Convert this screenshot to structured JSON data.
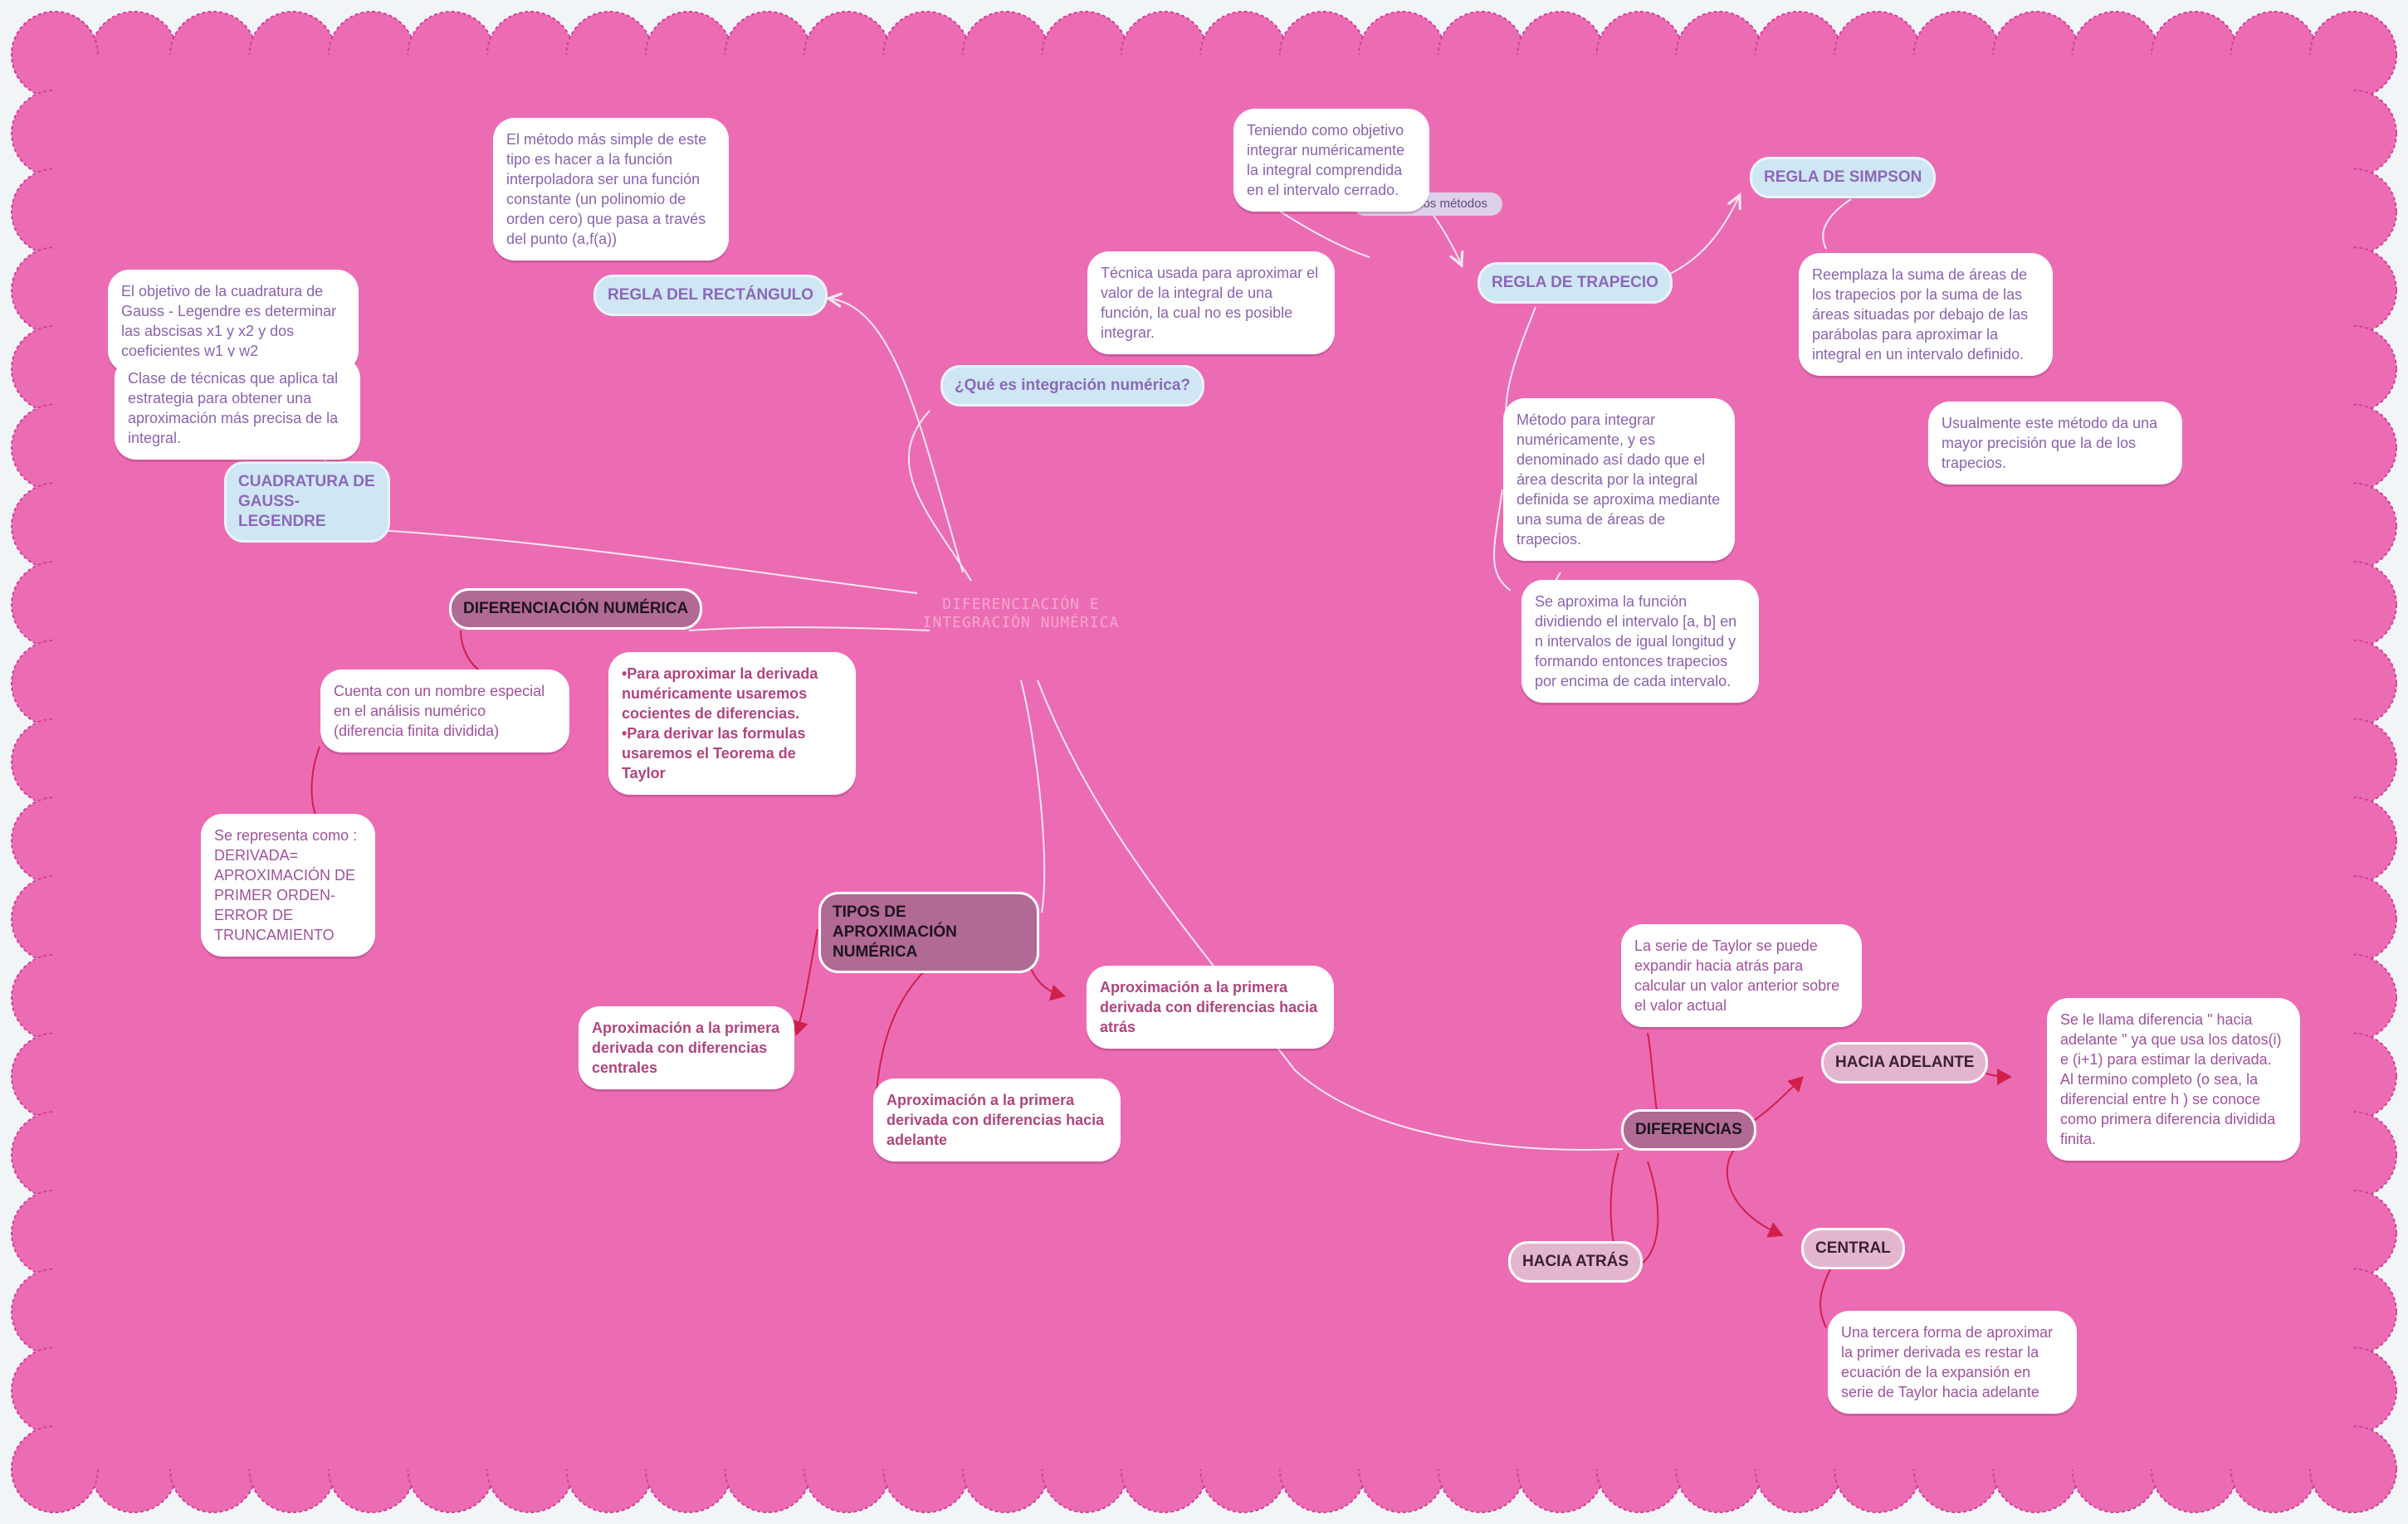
{
  "colors": {
    "background": "#f2f5f8",
    "board": "#ec6cb4",
    "board_border": "#d43f96",
    "line_white": "#f7e6f1",
    "line_red": "#d0204a",
    "text_note": "#a0529c"
  },
  "center": {
    "title": "DIFERENCIACIÓN E INTEGRACIÓN NUMÉRICA"
  },
  "tag": {
    "label": "Existen dos métodos"
  },
  "link": {
    "icon": "link-icon",
    "count": "1"
  },
  "topics": {
    "que_es": "¿Qué es integración numérica?",
    "rectangulo": "REGLA DEL RECTÁNGULO",
    "gauss": "CUADRATURA DE GAUSS-LEGENDRE",
    "trapecio": "REGLA DE TRAPECIO",
    "simpson": "REGLA DE SIMPSON",
    "diferenciacion": "DIFERENCIACIÓN NUMÉRICA",
    "tipos": "TIPOS DE APROXIMACIÓN NUMÉRICA",
    "diferencias": "DIFERENCIAS",
    "hacia_adelante": "HACIA ADELANTE",
    "hacia_atras": "HACIA ATRÁS",
    "central": "CENTRAL"
  },
  "notes": {
    "rectangulo": "El método más simple de este tipo es hacer a la función interpoladora ser una función constante (un polinomio de orden cero) que pasa a través del punto (a,f(a))",
    "gauss_1": "El objetivo de la cuadratura de Gauss - Legendre es determinar las abscisas x1 y x2 y dos coeficientes w1 y w2",
    "gauss_2": "Clase de técnicas que aplica tal estrategia para obtener una aproximación más precisa de la integral.",
    "objetivo": "Teniendo como objetivo integrar numéricamente la integral comprendida en el intervalo cerrado.",
    "tecnica": "Técnica usada para aproximar el valor de la integral de una función, la cual no es posible integrar.",
    "simpson_1": "Reemplaza la suma de áreas de los trapecios por la suma de las áreas situadas por debajo  de las parábolas para aproximar la integral en un intervalo definido.",
    "simpson_2": "Usualmente este método da una mayor precisión que la de los trapecios.",
    "trapecio_1": "Método para integrar numéricamente, y es denominado así dado que el área descrita por la integral definida se aproxima mediante una suma de áreas de trapecios.",
    "trapecio_2": "Se aproxima la función dividiendo el intervalo [a, b] en n intervalos de igual longitud y formando entonces trapecios por encima de cada intervalo.",
    "nombre_especial": "Cuenta con un nombre especial en el análisis numérico (diferencia finita dividida)",
    "representa": "Se representa como : DERIVADA= APROXIMACIÓN DE PRIMER ORDEN-ERROR DE TRUNCAMIENTO",
    "derivada": "•Para aproximar la derivada numéricamente usaremos cocientes de diferencias.\n•Para derivar las formulas usaremos el Teorema de Taylor",
    "centrales": "Aproximación a la primera derivada con diferencias centrales",
    "adelante": "Aproximación a la primera derivada con diferencias hacia adelante",
    "atras": "Aproximación a la primera derivada con diferencias hacia atrás",
    "taylor": "La serie de Taylor se puede expandir hacia atrás para calcular un valor anterior sobre el valor actual",
    "hacia_adelante": "Se le llama diferencia \" hacia adelante \" ya que usa los datos(i) e (i+1) para estimar la derivada. Al termino completo (o sea, la diferencial entre h ) se conoce como primera diferencia dividida finita.",
    "tercera": "Una tercera forma de aproximar la primer derivada es restar la ecuación de la expansión en serie de Taylor hacia adelante"
  }
}
